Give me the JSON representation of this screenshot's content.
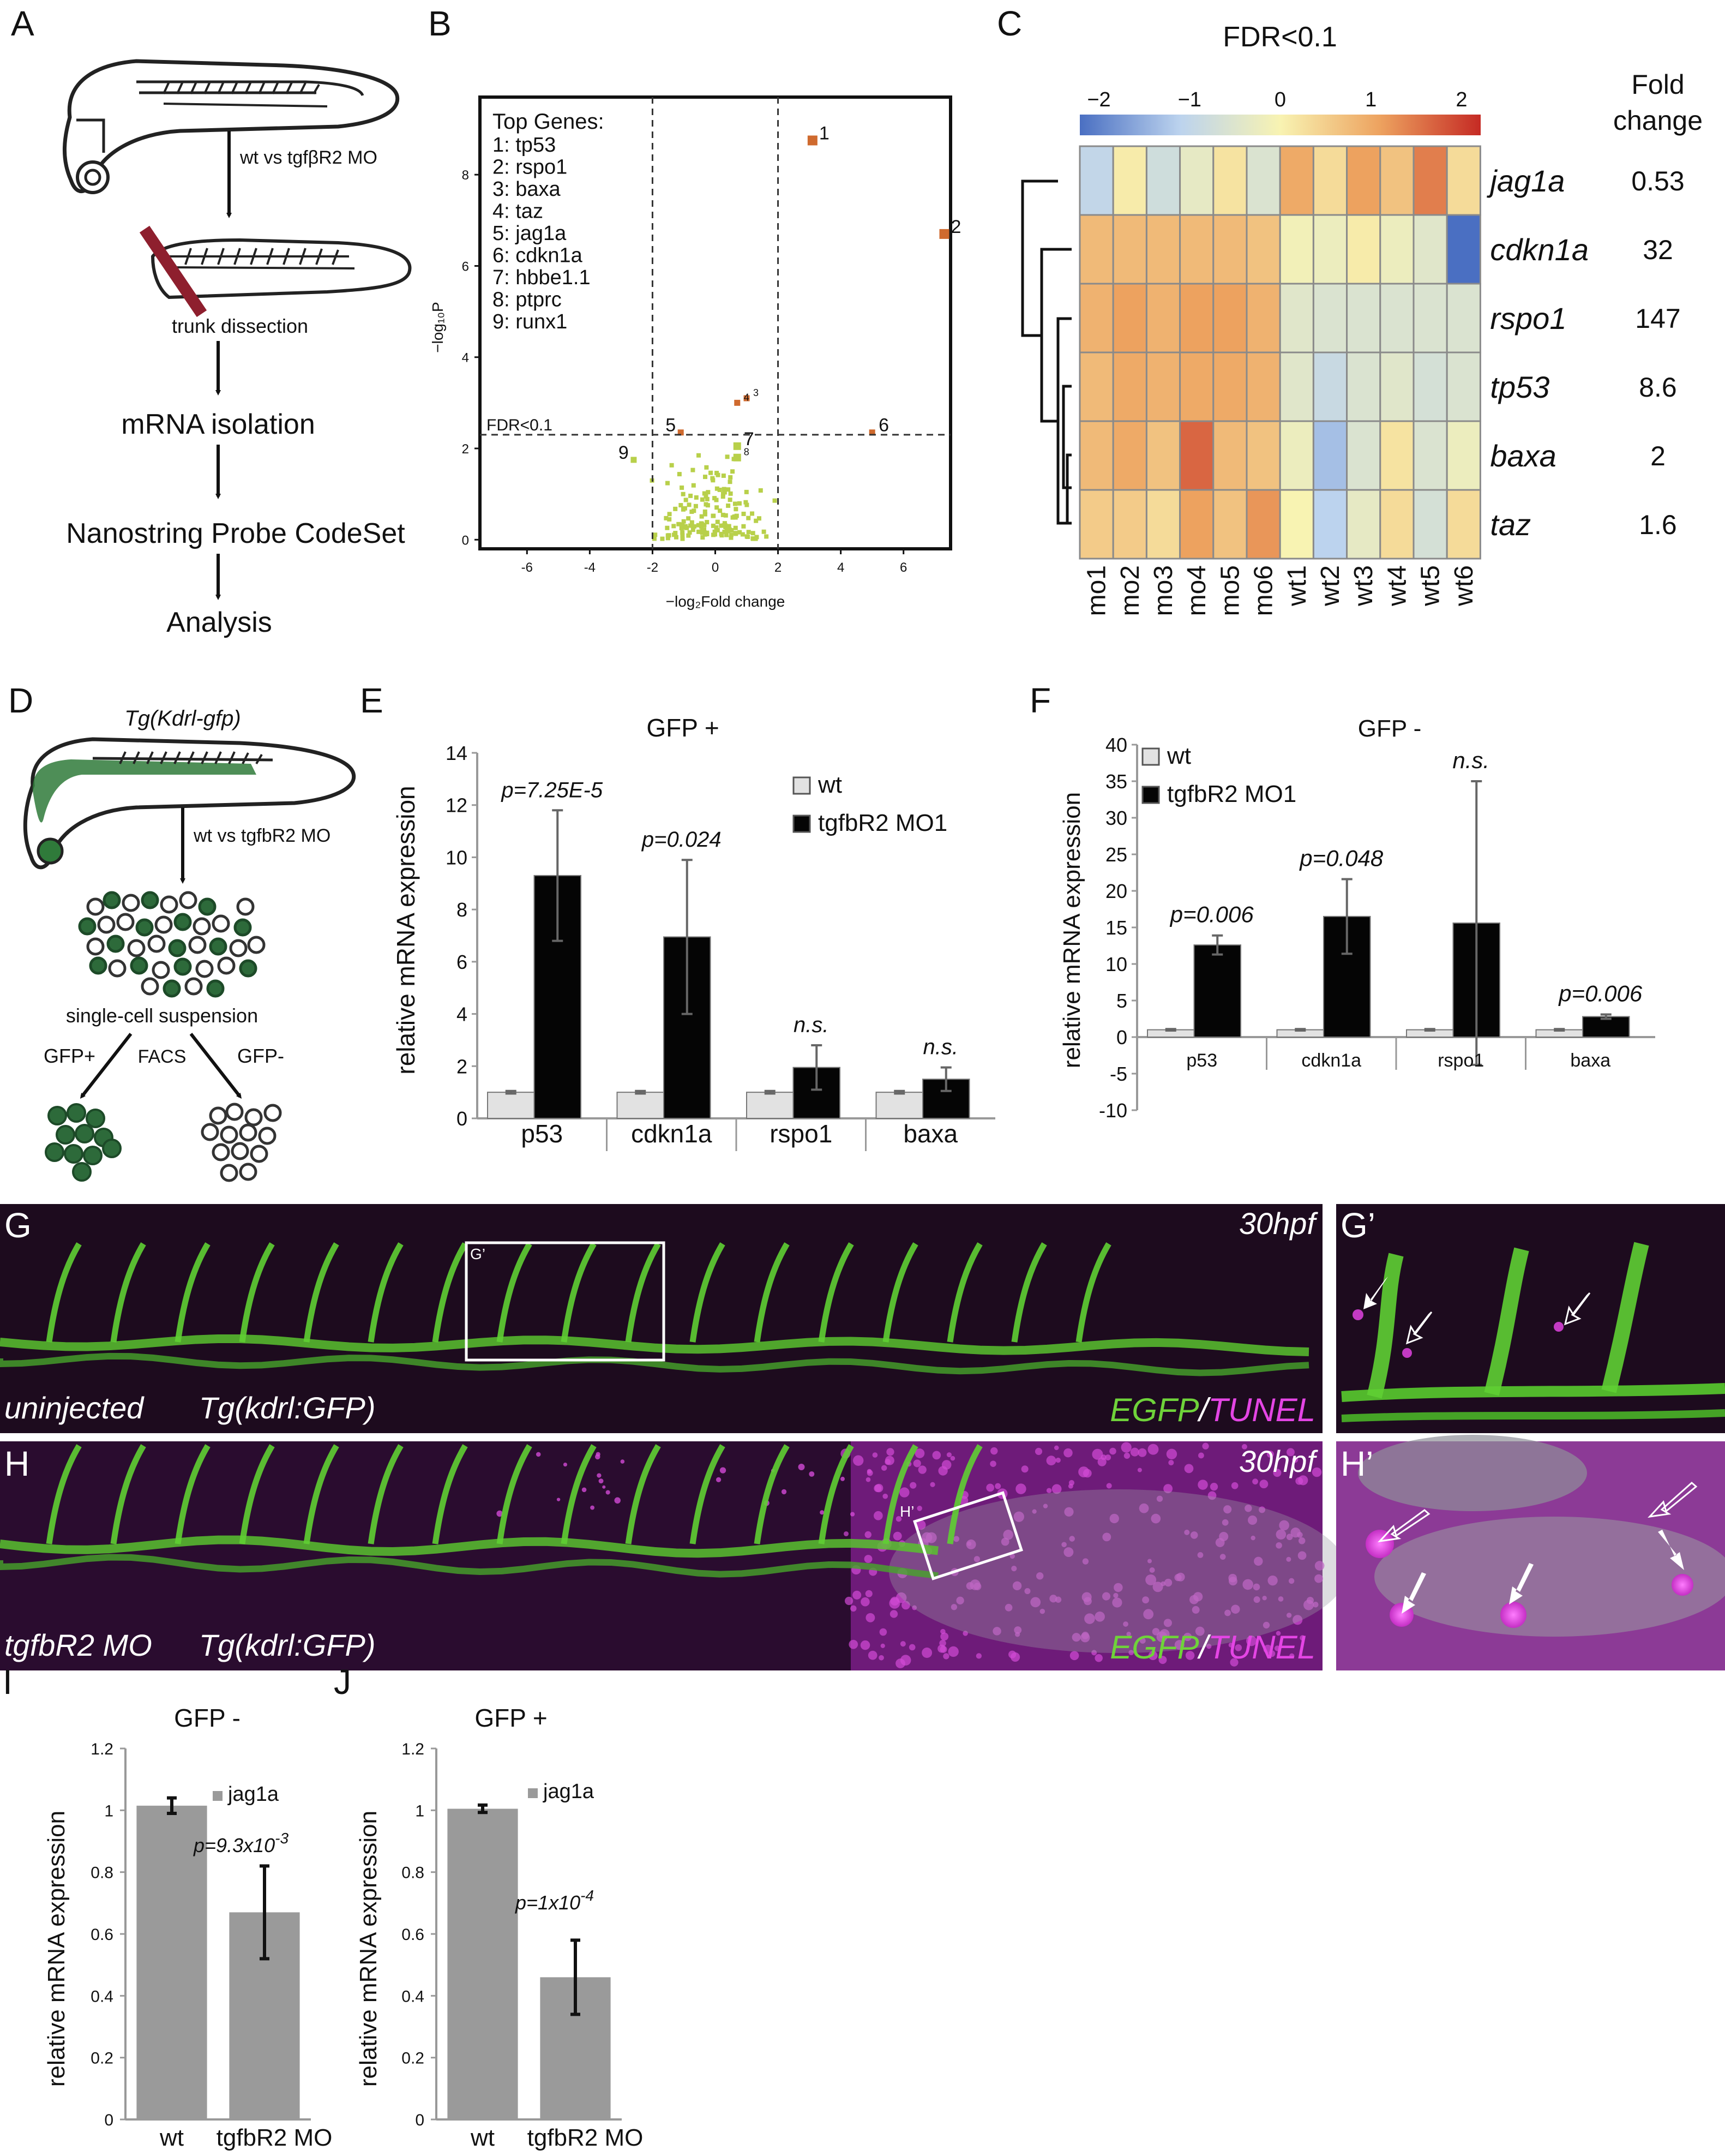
{
  "panels": {
    "A": {
      "letter": "A",
      "comparison": "wt vs tgfβR2 MO",
      "steps": [
        "trunk dissection",
        "mRNA isolation",
        "Nanostring Probe CodeSet",
        "Analysis"
      ]
    },
    "D": {
      "letter": "D",
      "transgene": "Tg(Kdrl-gfp)",
      "comparison": "wt vs tgfbR2 MO",
      "suspension": "single-cell suspension",
      "facs": "FACS",
      "gfp_pos": "GFP+",
      "gfp_neg": "GFP-"
    },
    "G": {
      "letter": "G",
      "time": "30hpf",
      "box_label": "G’",
      "condition": "uninjected",
      "line": "Tg(kdrl:GFP)",
      "stain1": "EGFP",
      "sep": "/",
      "stain2": "TUNEL",
      "inset_letter": "G’"
    },
    "H": {
      "letter": "H",
      "time": "30hpf",
      "box_label": "H’",
      "condition": "tgfbR2 MO",
      "line": "Tg(kdrl:GFP)",
      "stain1": "EGFP",
      "sep": "/",
      "stain2": "TUNEL",
      "inset_letter": "H’"
    }
  },
  "chart_data": [
    {
      "id": "B",
      "letter": "B",
      "type": "scatter",
      "xlabel": "−log₂Fold change",
      "ylabel": "−log₁₀P",
      "xlim": [
        -7.5,
        7.5
      ],
      "ylim": [
        -0.2,
        9.7
      ],
      "xticks": [
        -6,
        -4,
        -2,
        0,
        2,
        4,
        6
      ],
      "yticks": [
        0,
        2,
        4,
        6,
        8
      ],
      "vlines": [
        -2,
        2
      ],
      "hline": 2.3,
      "hline_label": "FDR<0.1",
      "legend_title": "Top Genes:",
      "legend_items": [
        "1: tp53",
        "2: rspo1",
        "3: baxa",
        "4: taz",
        "5: jag1a",
        "6: cdkn1a",
        "7: hbbe1.1",
        "8: ptprc",
        "9: runx1"
      ],
      "labeled_points": [
        {
          "label": "1",
          "x": 3.1,
          "y": 8.75
        },
        {
          "label": "2",
          "x": 7.3,
          "y": 6.7
        },
        {
          "label": "3",
          "x": 1.0,
          "y": 3.1
        },
        {
          "label": "4",
          "x": 0.7,
          "y": 3.0
        },
        {
          "label": "5",
          "x": -1.1,
          "y": 2.35
        },
        {
          "label": "6",
          "x": 5.0,
          "y": 2.35
        },
        {
          "label": "7",
          "x": 0.7,
          "y": 2.05
        },
        {
          "label": "8",
          "x": 0.7,
          "y": 1.8
        },
        {
          "label": "9",
          "x": -2.6,
          "y": 1.75
        }
      ],
      "colors": {
        "sig": "#cf6a2e",
        "nonsig": "#b8d04a"
      }
    },
    {
      "id": "C",
      "letter": "C",
      "type": "heatmap",
      "title": "FDR<0.1",
      "scale_ticks": [
        "−2",
        "−1",
        "0",
        "1",
        "2"
      ],
      "scale_values": [
        -2,
        -1,
        0,
        1,
        2
      ],
      "columns": [
        "mo1",
        "mo2",
        "mo3",
        "mo4",
        "mo5",
        "mo6",
        "wt1",
        "wt2",
        "wt3",
        "wt4",
        "wt5",
        "wt6"
      ],
      "rows": [
        "jag1a",
        "cdkn1a",
        "rspo1",
        "tp53",
        "baxa",
        "taz"
      ],
      "fold_header": [
        "Fold",
        "change"
      ],
      "fold_change": [
        "0.53",
        "32",
        "147",
        "8.6",
        "2",
        "1.6"
      ],
      "values": [
        [
          -0.9,
          0.1,
          -0.7,
          -0.3,
          0.2,
          -0.5,
          0.9,
          0.3,
          1.0,
          0.6,
          1.3,
          0.3
        ],
        [
          0.7,
          0.7,
          0.7,
          0.7,
          0.7,
          0.6,
          -0.1,
          -0.2,
          0.1,
          -0.2,
          -0.4,
          -2.0
        ],
        [
          0.8,
          1.0,
          0.8,
          1.0,
          1.0,
          0.8,
          -0.4,
          -0.5,
          -0.5,
          -0.5,
          -0.5,
          -0.5
        ],
        [
          0.7,
          0.9,
          0.8,
          0.9,
          0.9,
          0.8,
          -0.4,
          -0.8,
          -0.5,
          -0.4,
          -0.6,
          -0.5
        ],
        [
          0.7,
          0.9,
          0.6,
          1.5,
          0.7,
          0.6,
          -0.2,
          -1.2,
          -0.5,
          0.2,
          -0.5,
          -0.2
        ],
        [
          0.5,
          0.5,
          0.3,
          1.0,
          0.6,
          1.1,
          0.0,
          -1.0,
          -0.3,
          0.3,
          -0.6,
          0.3
        ]
      ]
    },
    {
      "id": "E",
      "letter": "E",
      "type": "bar",
      "title": "GFP +",
      "ylabel": "relative mRNA expression",
      "ylim": [
        0,
        14
      ],
      "yticks": [
        0,
        2,
        4,
        6,
        8,
        10,
        12,
        14
      ],
      "categories": [
        "p53",
        "cdkn1a",
        "rspo1",
        "baxa"
      ],
      "series": [
        {
          "name": "wt",
          "values": [
            1.0,
            1.0,
            1.0,
            1.0
          ],
          "errors": [
            0.05,
            0.05,
            0.05,
            0.05
          ],
          "color": "#e2e2e2"
        },
        {
          "name": "tgfbR2 MO1",
          "values": [
            9.3,
            6.95,
            1.95,
            1.5
          ],
          "errors": [
            2.5,
            2.95,
            0.85,
            0.45
          ],
          "color": "#050505"
        }
      ],
      "annotations": [
        "p=7.25E-5",
        "p=0.024",
        "n.s.",
        "n.s."
      ]
    },
    {
      "id": "F",
      "letter": "F",
      "type": "bar",
      "title": "GFP -",
      "ylabel": "relative mRNA expression",
      "ylim": [
        -10,
        40
      ],
      "yticks": [
        -10,
        -5,
        0,
        5,
        10,
        15,
        20,
        25,
        30,
        35,
        40
      ],
      "categories": [
        "p53",
        "cdkn1a",
        "rspo1",
        "baxa"
      ],
      "series": [
        {
          "name": "wt",
          "values": [
            1.0,
            1.0,
            1.0,
            1.0
          ],
          "errors": [
            0.1,
            0.1,
            0.1,
            0.1
          ],
          "color": "#e2e2e2"
        },
        {
          "name": "tgfbR2 MO1",
          "values": [
            12.6,
            16.5,
            15.6,
            2.8
          ],
          "errors": [
            1.3,
            5.1,
            19.4,
            0.3
          ],
          "color": "#050505"
        }
      ],
      "annotations": [
        "p=0.006",
        "p=0.048",
        "n.s.",
        "p=0.006"
      ]
    },
    {
      "id": "I",
      "letter": "I",
      "type": "bar",
      "title": "GFP -",
      "ylabel": "relative mRNA expression",
      "ylim": [
        0,
        1.2
      ],
      "yticks": [
        "0",
        "0.2",
        "0.4",
        "0.6",
        "0.8",
        "1",
        "1.2"
      ],
      "ytick_values": [
        0,
        0.2,
        0.4,
        0.6,
        0.8,
        1.0,
        1.2
      ],
      "categories": [
        "wt",
        "tgfbR2 MO"
      ],
      "legend": "jag1a",
      "values": [
        1.015,
        0.67
      ],
      "errors": [
        0.025,
        0.15
      ],
      "annotation_base": "p=9.3x10",
      "annotation_exp": "-3",
      "color": "#9a9a9a"
    },
    {
      "id": "J",
      "letter": "J",
      "type": "bar",
      "title": "GFP +",
      "ylabel": "relative mRNA expression",
      "ylim": [
        0,
        1.2
      ],
      "yticks": [
        "0",
        "0.2",
        "0.4",
        "0.6",
        "0.8",
        "1",
        "1.2"
      ],
      "ytick_values": [
        0,
        0.2,
        0.4,
        0.6,
        0.8,
        1.0,
        1.2
      ],
      "categories": [
        "wt",
        "tgfbR2 MO"
      ],
      "legend": "jag1a",
      "values": [
        1.005,
        0.46
      ],
      "errors": [
        0.012,
        0.12
      ],
      "annotation_base": "p=1x10",
      "annotation_exp": "-4",
      "color": "#9a9a9a"
    }
  ]
}
